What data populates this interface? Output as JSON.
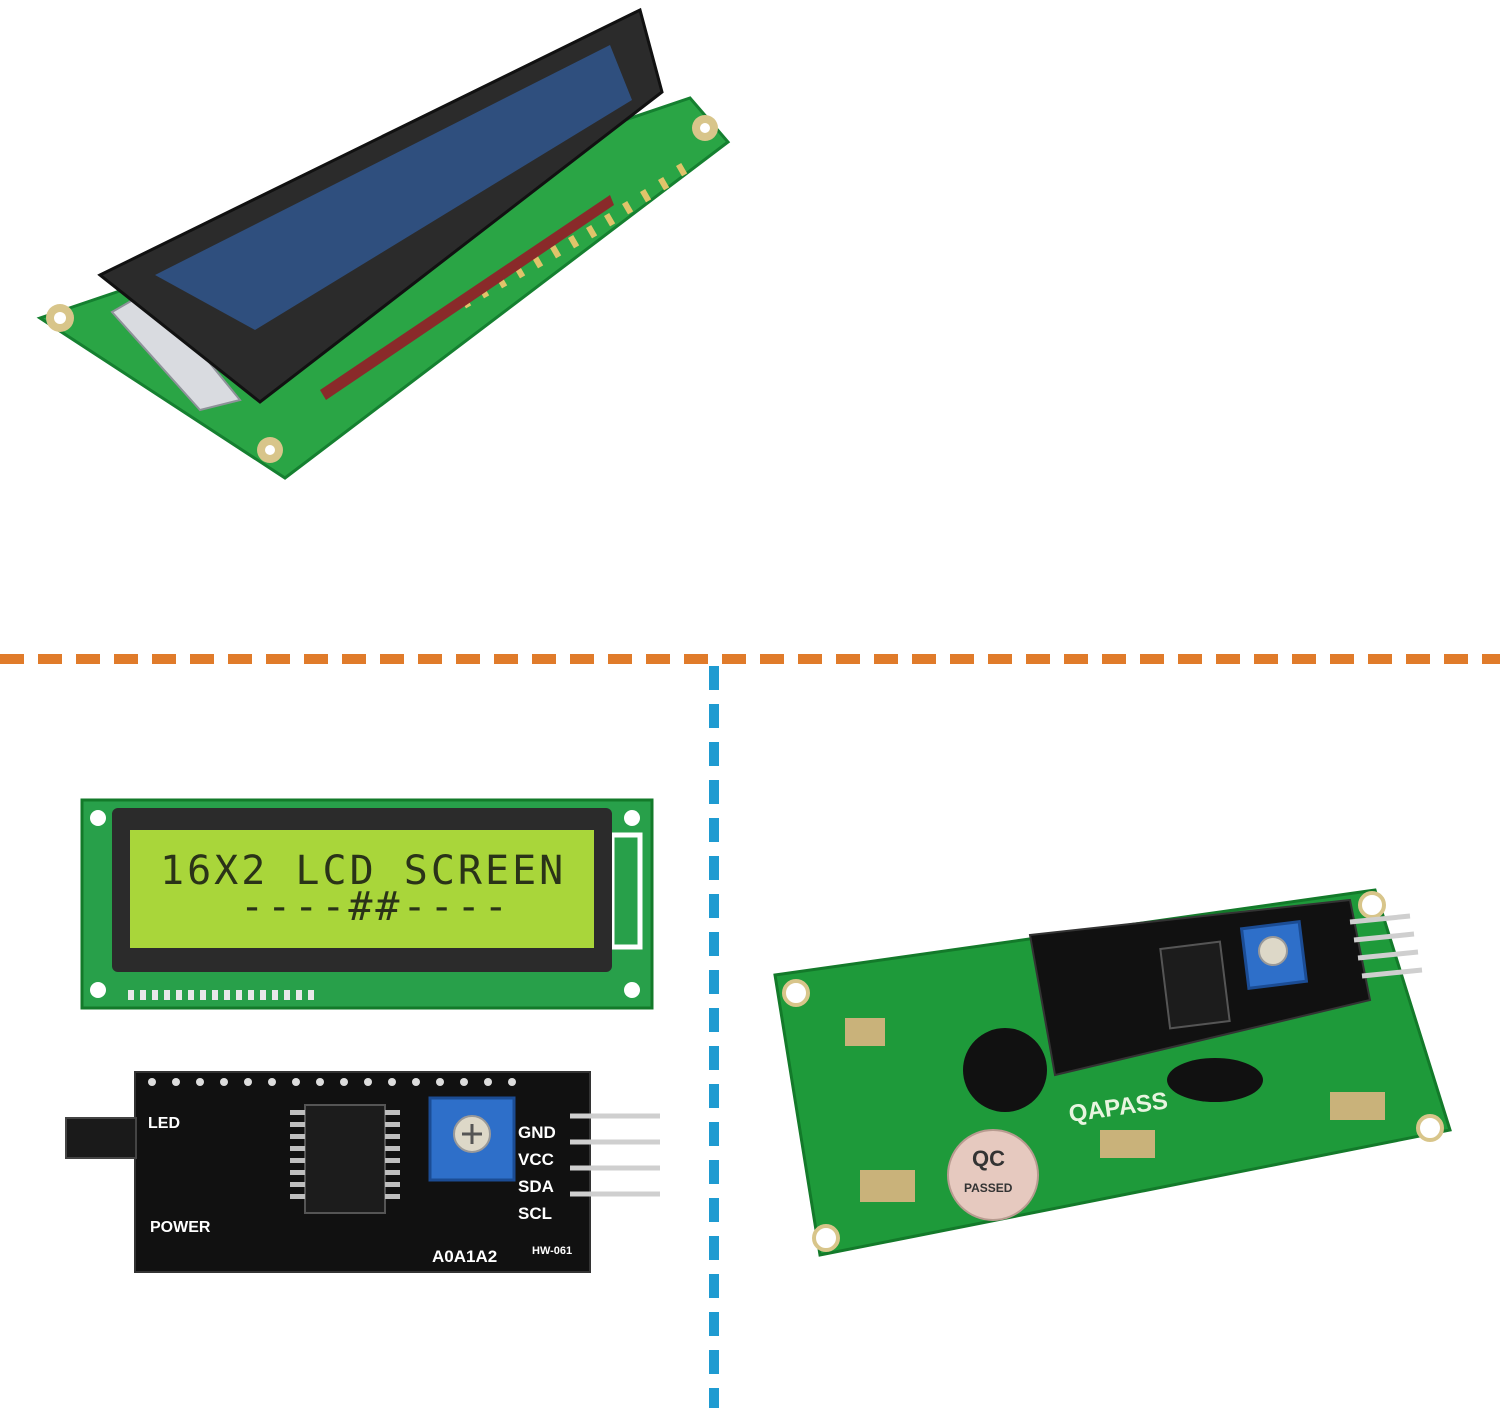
{
  "colors": {
    "pcb_green": "#1e9a3a",
    "pcb_green_dark": "#137a2a",
    "lcd_blue": "#2f4f7e",
    "lcd_yellow_green": "#a9d63a",
    "bezel": "#2b2b2b",
    "divider_orange": "#e07b2a",
    "divider_blue": "#1f9bd1",
    "backpack_black": "#111111",
    "pot_blue": "#2e6fc9"
  },
  "divider": {
    "horizontal_color_name": "orange",
    "vertical_color_name": "blue"
  },
  "lcd_front": {
    "line1": "16X2 LCD SCREEN",
    "line2": "----##----"
  },
  "backpack": {
    "label_led": "LED",
    "label_power": "POWER",
    "pin_gnd": "GND",
    "pin_vcc": "VCC",
    "pin_sda": "SDA",
    "pin_scl": "SCL",
    "address_pins": "A0A1A2",
    "model": "HW-061"
  },
  "back_board": {
    "brand": "QAPASS",
    "qc_top": "QC",
    "qc_bottom": "PASSED"
  },
  "icons": {
    "potentiometer": "potentiometer-icon",
    "jumper": "jumper-icon",
    "header_pins": "header-pins-icon"
  }
}
